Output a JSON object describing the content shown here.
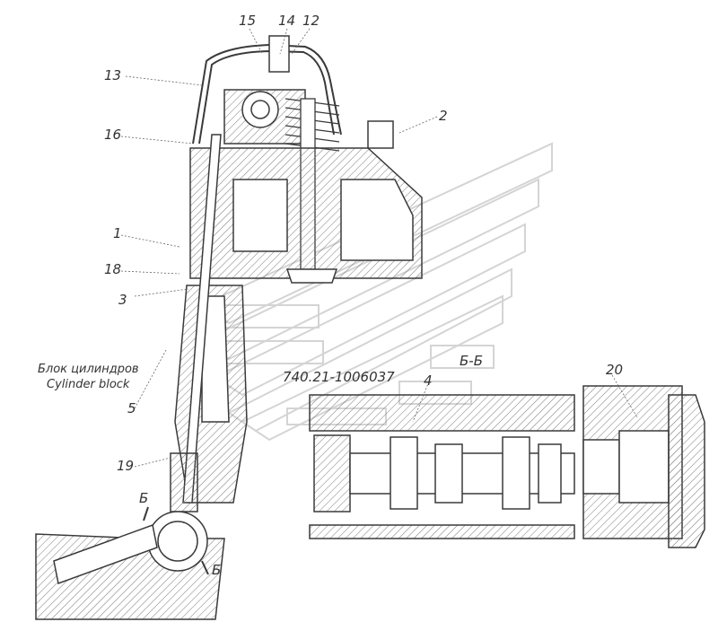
{
  "drawing_code": "740.21-1006037",
  "section_label": "Б-Б",
  "section_mark": "Б",
  "caption_ru": "Блок цилиндров",
  "caption_en": "Cylinder block",
  "callouts": {
    "c15": "15",
    "c14": "14",
    "c12": "12",
    "c13": "13",
    "c2": "2",
    "c16": "16",
    "c1": "1",
    "c18": "18",
    "c3": "3",
    "c5": "5",
    "c19": "19",
    "c4": "4",
    "c20": "20"
  },
  "colors": {
    "line": "#3a3a3a",
    "hatch": "#7a7a7a",
    "watermark": "#d4d4d4",
    "text": "#333333"
  }
}
